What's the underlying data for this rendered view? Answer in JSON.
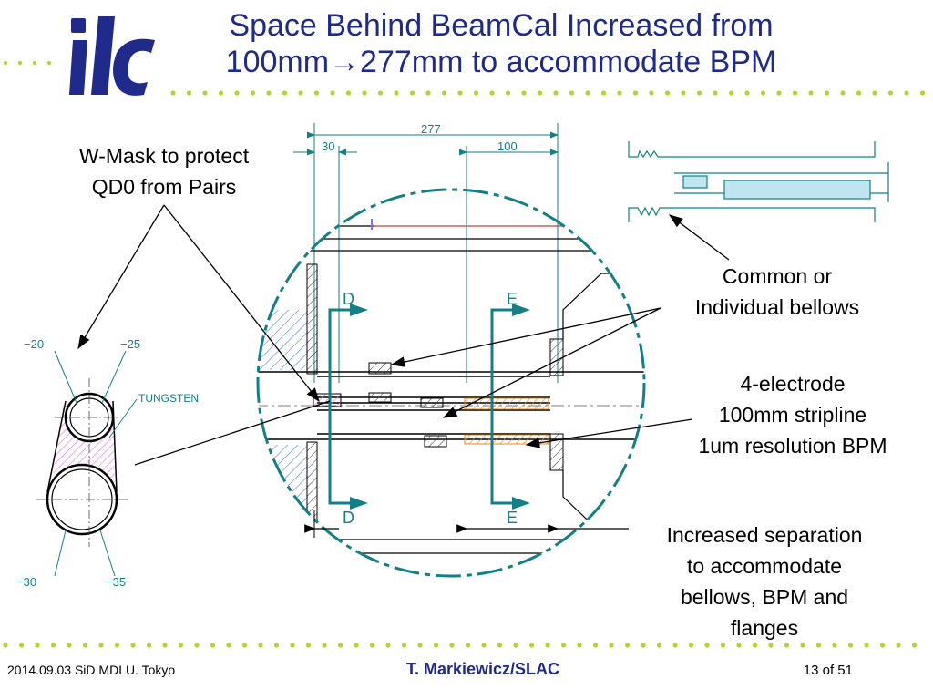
{
  "header": {
    "logo_text": "ilc",
    "title_line1": "Space Behind BeamCal Increased from",
    "title_line2": "100mm→277mm to accommodate BPM"
  },
  "callouts": {
    "wmask_line1": "W-Mask to protect",
    "wmask_line2": "QD0 from Pairs",
    "bellows_line1": "Common or",
    "bellows_line2": "Individual  bellows",
    "bpm_line1": "4-electrode",
    "bpm_line2": "100mm stripline",
    "bpm_line3": "1um resolution BPM",
    "sep_line1": "Increased separation",
    "sep_line2": "to accommodate",
    "sep_line3": "bellows, BPM and",
    "sep_line4": "flanges"
  },
  "drawing_labels": {
    "dim_277": "277",
    "dim_30": "30",
    "dim_100": "100",
    "section_d": "D",
    "section_e": "E",
    "dia_20": "−20",
    "dia_25": "−25",
    "dia_30": "−30",
    "dia_35": "−35",
    "material": "TUNGSTEN"
  },
  "footer": {
    "date_event": "2014.09.03 SiD MDI U. Tokyo",
    "author": "T. Markiewicz/SLAC",
    "page": "13 of 51"
  },
  "colors": {
    "title": "#1f2a8a",
    "dots": "#b5d334",
    "drawing": "#137f86",
    "hatch": "#4a7fd4",
    "tungsten_fill": "#f07ee8",
    "orange": "#e8871e"
  }
}
